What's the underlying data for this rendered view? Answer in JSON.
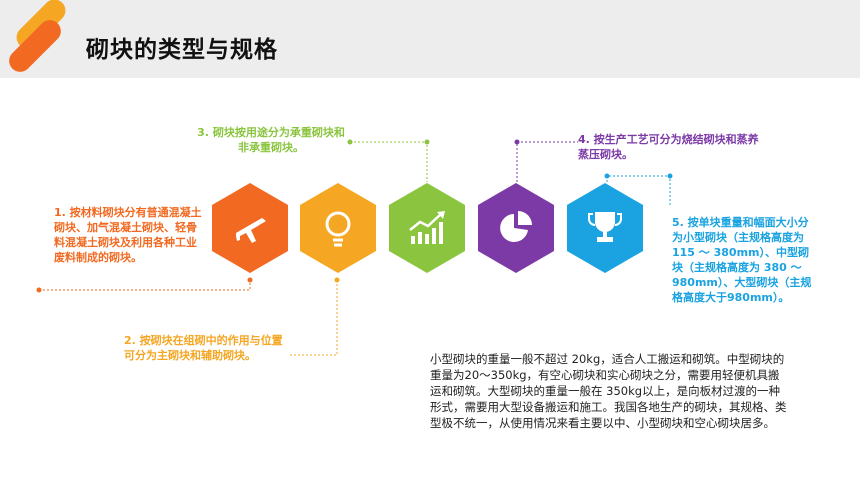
{
  "slide": {
    "title": "砌块的类型与规格"
  },
  "colors": {
    "orange": "#f26a21",
    "yellow": "#f5a623",
    "green": "#8bc53f",
    "purple": "#7c3aa6",
    "blue": "#1aa3e0"
  },
  "hexagons": [
    {
      "icon": "airplane-icon"
    },
    {
      "icon": "lightbulb-icon"
    },
    {
      "icon": "growth-chart-icon"
    },
    {
      "icon": "pie-chart-icon"
    },
    {
      "icon": "trophy-icon"
    }
  ],
  "notes": {
    "n1": "1. 按材料砌块分有普通混凝土砌块、加气混凝土砌块、轻骨料混凝土砌块及利用各种工业废料制成的砌块。",
    "n2": "2. 按砌块在组砌中的作用与位置可分为主砌块和辅助砌块。",
    "n3": "3. 砌块按用途分为承重砌块和非承重砌块。",
    "n4": "4. 按生产工艺可分为烧结砌块和蒸养蒸压砌块。",
    "n5": "5. 按单块重量和幅面大小分为小型砌块（主规格高度为 115 ～ 380mm）、中型砌块（主规格高度为 380 ～ 980mm）、大型砌块（主规格高度大于980mm）。"
  },
  "body_text": "小型砌块的重量一般不超过 20kg，适合人工搬运和砌筑。中型砌块的重量为20～350kg，有空心砌块和实心砌块之分，需要用轻便机具搬运和砌筑。大型砌块的重量一般在 350kg以上，是向板材过渡的一种形式，需要用大型设备搬运和施工。我国各地生产的砌块，其规格、类型极不统一，从使用情况来看主要以中、小型砌块和空心砌块居多。"
}
